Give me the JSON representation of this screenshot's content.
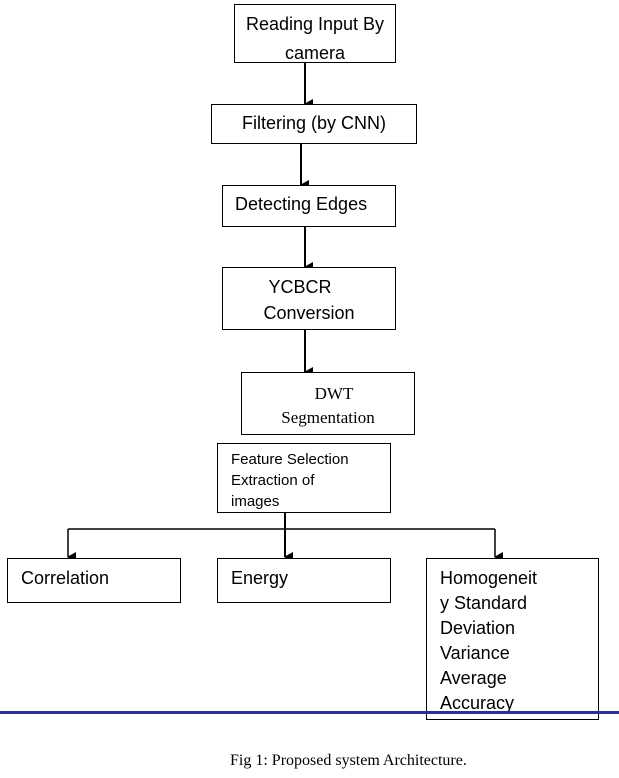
{
  "nodes": {
    "reading_input": {
      "lines": [
        "Reading Input By",
        "camera"
      ]
    },
    "filtering": {
      "lines": [
        "Filtering (by CNN)"
      ]
    },
    "detecting_edges": {
      "lines": [
        "Detecting Edges"
      ]
    },
    "ycbcr": {
      "lines": [
        "YCBCR",
        "Conversion"
      ]
    },
    "dwt": {
      "lines": [
        "DWT",
        "Segmentation"
      ]
    },
    "feature_selection": {
      "lines": [
        "Feature Selection",
        "Extraction of",
        "images"
      ]
    },
    "correlation": {
      "lines": [
        "Correlation"
      ]
    },
    "energy": {
      "lines": [
        "Energy"
      ]
    },
    "homogeneity": {
      "lines": [
        "Homogeneit",
        "y Standard",
        "Deviation",
        "Variance",
        "Average",
        "Accuracy"
      ]
    }
  },
  "edges": [
    {
      "from": "reading_input",
      "to": "filtering"
    },
    {
      "from": "filtering",
      "to": "detecting_edges"
    },
    {
      "from": "detecting_edges",
      "to": "ycbcr"
    },
    {
      "from": "ycbcr",
      "to": "dwt"
    },
    {
      "from": "feature_selection",
      "to": "correlation"
    },
    {
      "from": "feature_selection",
      "to": "energy"
    },
    {
      "from": "feature_selection",
      "to": "homogeneity"
    }
  ],
  "caption": "Fig 1: Proposed system Architecture.",
  "colors": {
    "divider": "#2e3192",
    "stroke": "#000000"
  }
}
